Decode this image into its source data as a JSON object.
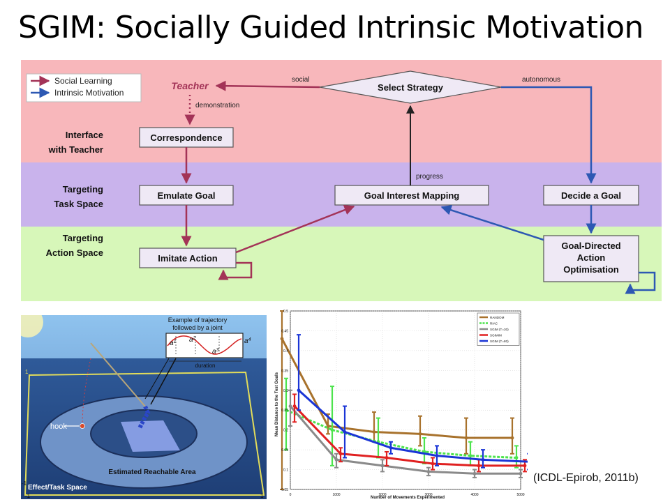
{
  "title": "SGIM: Socially Guided Intrinsic Motivation",
  "citation": "(ICDL-Epirob, 2011b)",
  "colors": {
    "band_top": "#f8b7bb",
    "band_mid": "#c9b3ec",
    "band_bottom": "#d7f7b9",
    "social": "#a33357",
    "intrinsic": "#2d58b3",
    "box_fill": "#efe9f5"
  },
  "diagram": {
    "legend": {
      "social": "Social Learning",
      "intrinsic": "Intrinsic Motivation"
    },
    "bands": {
      "teacher_line1": "Interface",
      "teacher_line2": "with Teacher",
      "task_line1": "Targeting",
      "task_line2": "Task Space",
      "action_line1": "Targeting",
      "action_line2": "Action Space"
    },
    "nodes": {
      "select_strategy": "Select Strategy",
      "teacher": "Teacher",
      "correspondence": "Correspondence",
      "emulate_goal": "Emulate Goal",
      "imitate_action": "Imitate Action",
      "goal_interest_mapping": "Goal Interest Mapping",
      "decide_goal": "Decide a Goal",
      "goal_directed_line1": "Goal-Directed",
      "goal_directed_line2": "Action",
      "goal_directed_line3": "Optimisation"
    },
    "edges": {
      "social": "social",
      "autonomous": "autonomous",
      "demonstration": "demonstration",
      "progress": "progress"
    }
  },
  "robot_figure": {
    "trajectory_title_line1": "Example of trajectory",
    "trajectory_title_line2": "followed by a joint",
    "duration": "duration",
    "a1": "a",
    "a1_sup": "1",
    "a2": "a",
    "a2_sup": "2",
    "a3": "a",
    "a3_sup": "3",
    "a4": "a",
    "a4_sup": "4",
    "hook": "hook",
    "reachable_area": "Estimated Reachable Area",
    "effect_space": "Effect/Task Space",
    "corner_top": "1",
    "corner_left": "-1",
    "corner_bottom_left": "-1",
    "corner_bottom_right": "1"
  },
  "chart_data": {
    "type": "line",
    "xlabel": "Number of Movements Experimented",
    "ylabel": "Mean Distance to the Test Goals",
    "xlim": [
      0,
      5000
    ],
    "ylim": [
      0.05,
      0.5
    ],
    "x_ticks": [
      0,
      1000,
      2000,
      3000,
      4000,
      5000
    ],
    "y_ticks": [
      0.05,
      0.1,
      0.15,
      0.2,
      0.25,
      0.3,
      0.35,
      0.4,
      0.45,
      0.5
    ],
    "grid": true,
    "legend_position": "top-right",
    "x": [
      0,
      1000,
      2000,
      3000,
      4000,
      5000
    ],
    "series": [
      {
        "name": "RANDOM",
        "color": "#a8722c",
        "dashed": false,
        "values": [
          0.43,
          0.21,
          0.195,
          0.19,
          0.18,
          0.18
        ],
        "err_low": [
          0.05,
          0.19,
          0.17,
          0.16,
          0.14,
          0.14
        ],
        "err_high": [
          0.5,
          0.24,
          0.245,
          0.235,
          0.23,
          0.23
        ]
      },
      {
        "name": "RIAC",
        "color": "#4de34d",
        "dashed": true,
        "values": [
          0.25,
          0.2,
          0.17,
          0.145,
          0.135,
          0.13
        ],
        "err_low": [
          0.15,
          0.11,
          0.13,
          0.115,
          0.11,
          0.105
        ],
        "err_high": [
          0.33,
          0.31,
          0.23,
          0.18,
          0.17,
          0.16
        ]
      },
      {
        "name": "SGIM (T=30)",
        "color": "#8a8a8a",
        "dashed": false,
        "values": [
          0.26,
          0.125,
          0.11,
          0.095,
          0.09,
          0.09
        ],
        "err_low": [
          0.21,
          0.105,
          0.095,
          0.085,
          0.08,
          0.08
        ],
        "err_high": [
          0.3,
          0.14,
          0.125,
          0.105,
          0.1,
          0.1
        ]
      },
      {
        "name": "SGIMIM",
        "color": "#e02020",
        "dashed": false,
        "values": [
          0.26,
          0.14,
          0.13,
          0.115,
          0.11,
          0.11
        ],
        "err_low": [
          0.22,
          0.12,
          0.11,
          0.1,
          0.095,
          0.095
        ],
        "err_high": [
          0.29,
          0.155,
          0.145,
          0.13,
          0.125,
          0.125
        ]
      },
      {
        "name": "SGIM (T=80)",
        "color": "#1a35d6",
        "dashed": false,
        "values": [
          0.3,
          0.195,
          0.155,
          0.135,
          0.125,
          0.12
        ],
        "err_low": [
          0.25,
          0.13,
          0.14,
          0.11,
          0.105,
          0.1
        ],
        "err_high": [
          0.44,
          0.26,
          0.17,
          0.16,
          0.15,
          0.14
        ]
      }
    ]
  }
}
